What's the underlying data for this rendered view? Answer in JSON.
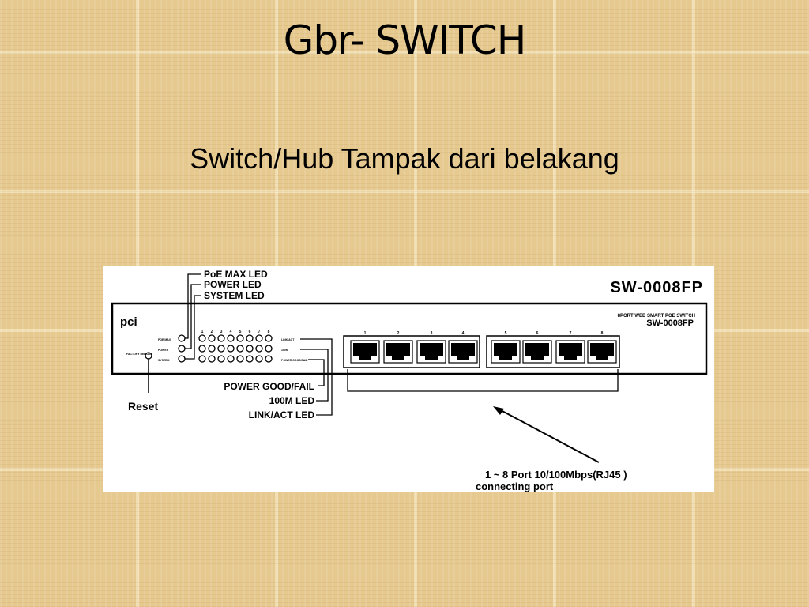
{
  "slide": {
    "title": "Gbr- SWITCH",
    "subtitle": "Switch/Hub Tampak dari belakang"
  },
  "diagram": {
    "model": "SW-0008FP",
    "model_small": "SW-0008FP",
    "subtitle_small": "8PORT WEB SMART POE SWITCH",
    "brand": "pci",
    "led_labels": [
      "PoE MAX LED",
      "POWER LED",
      "SYSTEM LED"
    ],
    "panel_led_labels": [
      "POE MAX",
      "POWER",
      "SYSTEM"
    ],
    "status_labels": [
      "POWER GOOD/FAIL",
      "100M LED",
      "LINK/ACT LED"
    ],
    "panel_status_labels": [
      "LINK/ACT",
      "100M",
      "POWER GOOD/FAIL"
    ],
    "reset_label": "Reset",
    "reset_small": "FACTORY DEFAULT",
    "port_numbers": [
      "1",
      "2",
      "3",
      "4",
      "5",
      "6",
      "7",
      "8"
    ],
    "port_caption_line1": "1 ~ 8 Port 10/100Mbps(RJ45 )",
    "port_caption_line2": "connecting port"
  }
}
